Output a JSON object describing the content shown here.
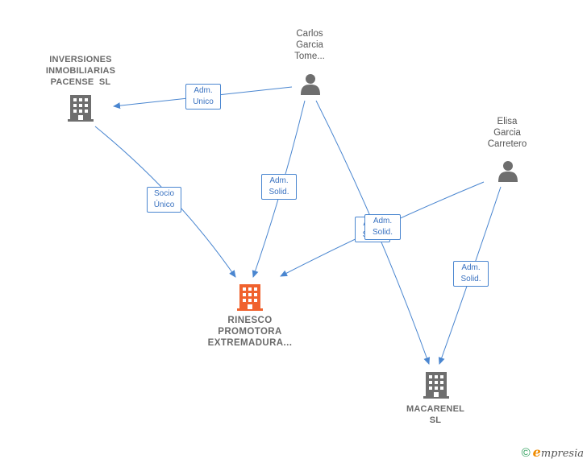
{
  "nodes": {
    "carlos": {
      "lines": [
        "Carlos",
        "Garcia",
        "Tome..."
      ],
      "icon": "person-icon"
    },
    "elisa": {
      "lines": [
        "Elisa",
        "Garcia",
        "Carretero"
      ],
      "icon": "person-icon"
    },
    "inversiones": {
      "lines": [
        "INVERSIONES",
        "INMOBILIARIAS",
        "PACENSE  SL"
      ],
      "icon": "building-icon"
    },
    "rinesco": {
      "lines": [
        "RINESCO",
        "PROMOTORA",
        "EXTREMADURA..."
      ],
      "icon": "building-icon"
    },
    "macarenel": {
      "lines": [
        "MACARENEL",
        "SL"
      ],
      "icon": "building-icon"
    }
  },
  "edges": {
    "carlos_inversiones": {
      "lines": [
        "Adm.",
        "Unico"
      ]
    },
    "inversiones_rinesco": {
      "lines": [
        "Socio",
        "Único"
      ]
    },
    "carlos_rinesco": {
      "lines": [
        "Adm.",
        "Solid."
      ]
    },
    "carlos_macarenel": {
      "lines": [
        "Adm.",
        "Solid."
      ]
    },
    "elisa_rinesco": {
      "lines": [
        "Adm.",
        "Solid."
      ]
    },
    "elisa_macarenel": {
      "lines": [
        "Adm.",
        "Solid."
      ]
    }
  },
  "colors": {
    "edge": "#4a86d0",
    "person_icon": "#6e6e6e",
    "company_icon": "#6e6e6e",
    "focus_company_icon": "#f0622e"
  },
  "footer": {
    "copyright": "©",
    "brand_first": "e",
    "brand_rest": "mpresia"
  }
}
